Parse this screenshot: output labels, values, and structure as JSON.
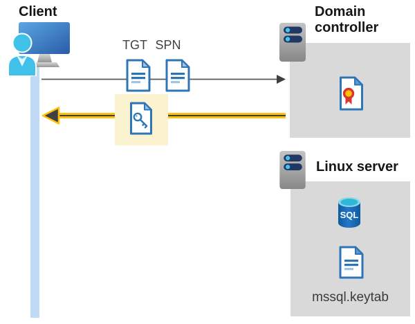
{
  "diagram": {
    "client": {
      "label": "Client"
    },
    "tickets": {
      "tgt_label": "TGT",
      "spn_label": "SPN"
    },
    "domain_controller": {
      "label": "Domain controller"
    },
    "linux_server": {
      "label": "Linux server",
      "sql_label": "SQL",
      "keytab_filename": "mssql.keytab"
    }
  },
  "icons": {
    "client": "person-at-computer-icon",
    "tgt": "document-icon",
    "spn": "document-icon",
    "key_ticket": "document-key-icon",
    "domain_controller": "server-icon",
    "certificate": "certificate-document-icon",
    "linux_server": "server-icon",
    "sql_database": "sql-database-icon",
    "keytab_file": "document-icon"
  },
  "colors": {
    "accent_yellow": "#fec10e",
    "highlight_yellow": "#fbf3cf",
    "box_gray": "#d9d9d9",
    "doc_blue": "#2e75b6",
    "doc_blue_light": "#9dc3e6",
    "person_cyan": "#3fc1e9",
    "lifeline_blue": "#c1dbf6",
    "arrow_gray": "#595959",
    "arrowhead_dark": "#404040",
    "server_pill_navy": "#1f3864",
    "server_dot_cyan": "#45c3ea",
    "sql_body_blue": "#1365b4",
    "sql_top_cyan": "#2fb7d8",
    "cert_red": "#d7372f",
    "cert_gold": "#ffc000"
  }
}
